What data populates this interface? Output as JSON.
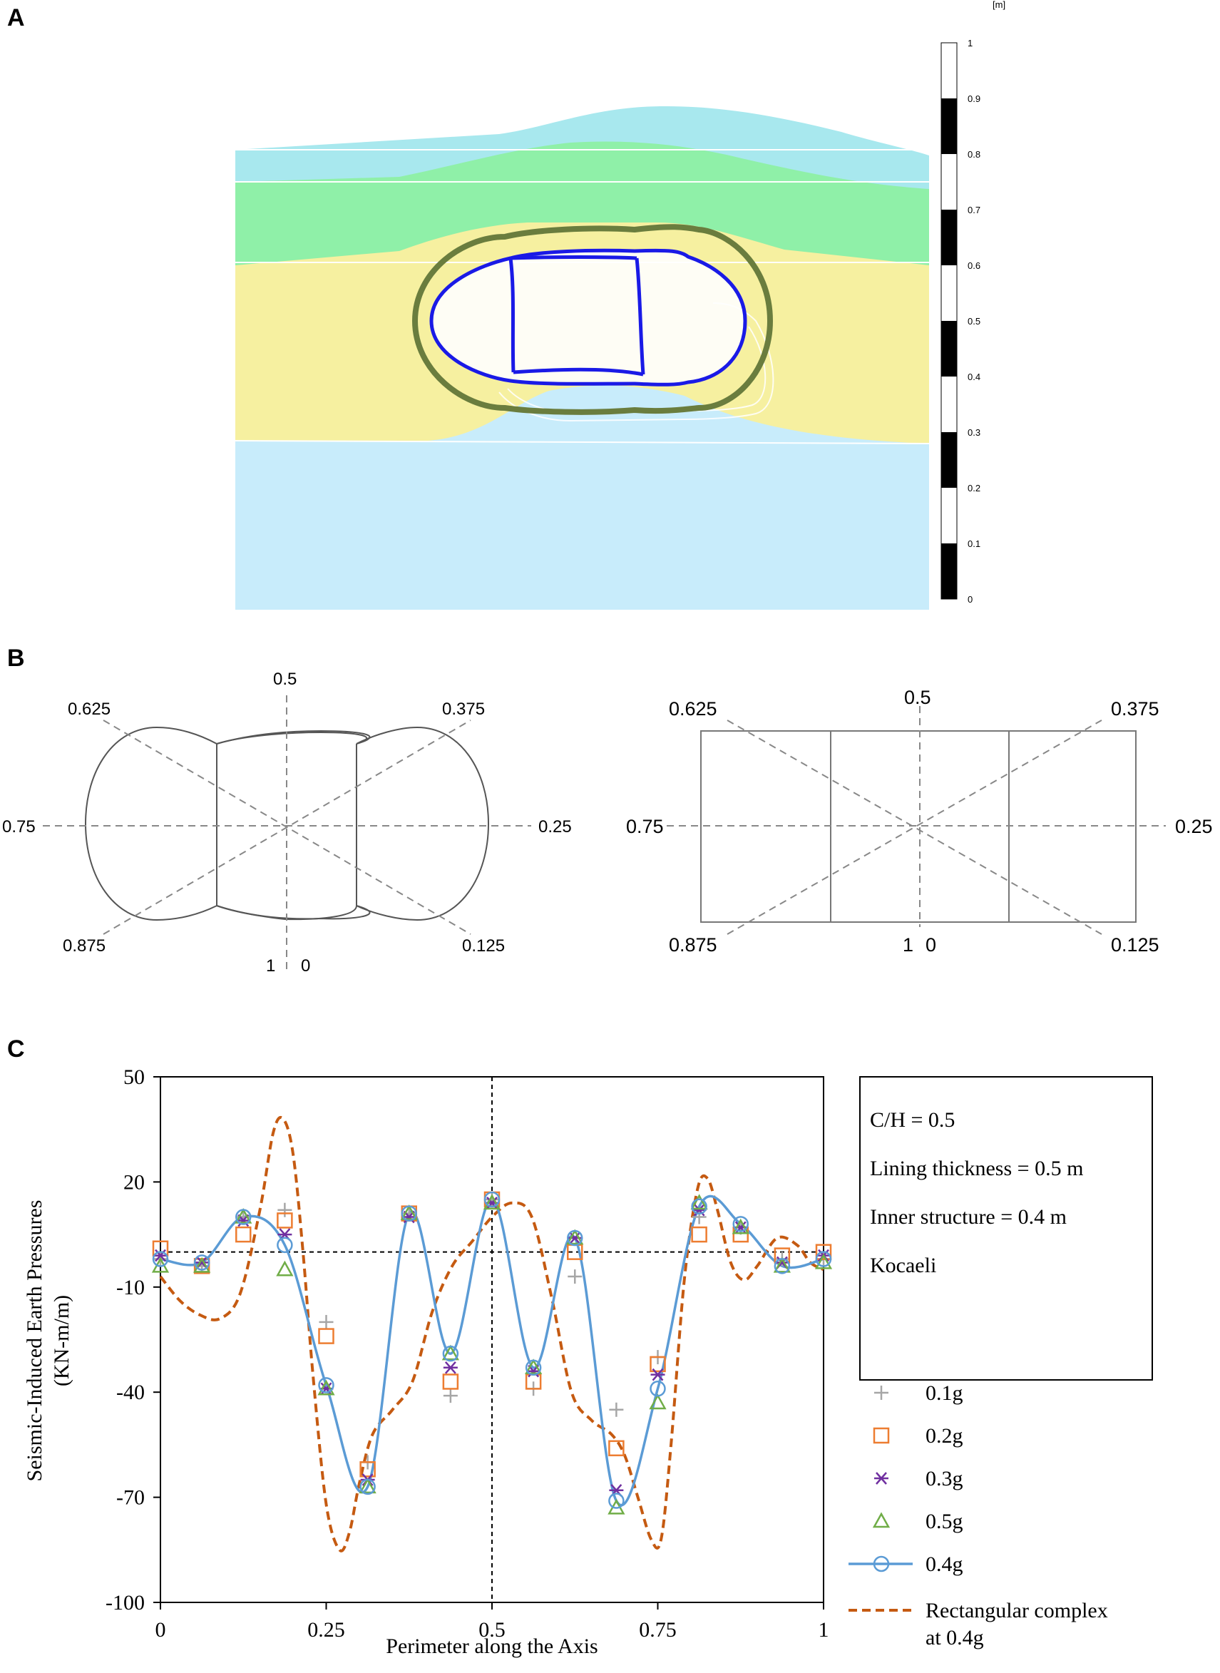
{
  "panels": {
    "a": "A",
    "b": "B",
    "c": "C"
  },
  "panel_a": {
    "scale_unit": "[m]",
    "scale_ticks": [
      "1",
      "0.9",
      "0.8",
      "0.7",
      "0.6",
      "0.5",
      "0.4",
      "0.3",
      "0.2",
      "0.1",
      "0"
    ],
    "colors": {
      "top_layer": "#a8e8ee",
      "green_layer": "#8ff0a8",
      "yellow_layer": "#f6f0a0",
      "bottom_layer": "#c8ecfb",
      "lining_outer": "#6a7d3e",
      "lining_inner": "#1a1ae6"
    }
  },
  "panel_b": {
    "left_labels": {
      "top": "0.5",
      "top_right": "0.375",
      "top_left": "0.625",
      "left": "0.75",
      "right": "0.25",
      "bottom_left": "0.875",
      "bottom_right": "0.125",
      "bottom_1": "1",
      "bottom_0": "0"
    },
    "right_labels": {
      "top": "0.5",
      "top_right": "0.375",
      "top_left": "0.625",
      "left": "0.75",
      "right": "0.25",
      "bottom_left": "0.875",
      "bottom_right": "0.125",
      "bottom_1": "1",
      "bottom_0": "0"
    }
  },
  "chart_data": {
    "type": "line",
    "xlabel": "Perimeter along the Axis",
    "ylabel_line1": "Seismic-Induced Earth Pressures",
    "ylabel_line2": "(KN-m/m)",
    "xlim": [
      0,
      1
    ],
    "ylim": [
      -100,
      50
    ],
    "xticks": [
      "0",
      "0.25",
      "0.5",
      "0.75",
      "1"
    ],
    "xtick_values": [
      0,
      0.25,
      0.5,
      0.75,
      1
    ],
    "yticks": [
      "50",
      "20",
      "-10",
      "-40",
      "-70",
      "-100"
    ],
    "ytick_values": [
      50,
      20,
      -10,
      -40,
      -70,
      -100
    ],
    "info_box": [
      "C/H = 0.5",
      "Lining thickness = 0.5 m",
      "Inner structure = 0.4 m",
      "Kocaeli"
    ],
    "x": [
      0,
      0.0625,
      0.125,
      0.1875,
      0.25,
      0.3125,
      0.375,
      0.4375,
      0.5,
      0.5625,
      0.625,
      0.6875,
      0.75,
      0.8125,
      0.875,
      0.9375,
      1
    ],
    "series": [
      {
        "name": "0.1g",
        "marker": "plus",
        "color": "#a6a6a6",
        "values": [
          -2,
          -4,
          10,
          12,
          -20,
          -60,
          11,
          -41,
          15,
          -39,
          -7,
          -45,
          -30,
          10,
          7,
          -2,
          -2
        ]
      },
      {
        "name": "0.2g",
        "marker": "square",
        "color": "#ed7d31",
        "values": [
          1,
          -4,
          5,
          9,
          -24,
          -62,
          11,
          -37,
          15,
          -37,
          0,
          -56,
          -32,
          5,
          5,
          -1,
          0
        ]
      },
      {
        "name": "0.3g",
        "marker": "asterisk",
        "color": "#7030a0",
        "values": [
          -1,
          -3,
          9,
          5,
          -39,
          -65,
          10,
          -33,
          14,
          -34,
          4,
          -68,
          -35,
          12,
          7,
          -3,
          -1
        ]
      },
      {
        "name": "0.5g",
        "marker": "triangle",
        "color": "#70ad47",
        "values": [
          -4,
          -4,
          10,
          -5,
          -39,
          -67,
          11,
          -29,
          14,
          -33,
          4,
          -73,
          -43,
          14,
          7,
          -4,
          -3
        ]
      },
      {
        "name": "0.4g",
        "marker": "circle-line",
        "color": "#5b9bd5",
        "values": [
          -2,
          -3,
          10,
          2,
          -38,
          -67,
          11,
          -29,
          15,
          -33,
          4,
          -71,
          -39,
          13,
          8,
          -4,
          -2
        ]
      },
      {
        "name": "Rectangular complex at 0.4g",
        "marker": "dashed",
        "color": "#c55a11",
        "x": [
          0,
          0.03,
          0.06,
          0.09,
          0.12,
          0.15,
          0.17,
          0.185,
          0.2,
          0.215,
          0.23,
          0.25,
          0.27,
          0.285,
          0.3,
          0.32,
          0.35,
          0.38,
          0.41,
          0.44,
          0.47,
          0.5,
          0.53,
          0.56,
          0.59,
          0.62,
          0.65,
          0.68,
          0.7,
          0.72,
          0.74,
          0.755,
          0.77,
          0.79,
          0.81,
          0.825,
          0.84,
          0.86,
          0.88,
          0.9,
          0.93,
          0.96,
          0.98,
          1
        ],
        "values": [
          -7,
          -14,
          -18,
          -19,
          -12,
          12,
          34,
          38,
          28,
          0,
          -35,
          -72,
          -85,
          -80,
          -66,
          -52,
          -45,
          -37,
          -17,
          -4,
          3,
          10,
          14,
          10,
          -13,
          -40,
          -48,
          -52,
          -58,
          -70,
          -82,
          -82,
          -55,
          -8,
          18,
          21,
          12,
          -3,
          -8,
          -4,
          4,
          2,
          -3,
          -5
        ]
      }
    ]
  }
}
